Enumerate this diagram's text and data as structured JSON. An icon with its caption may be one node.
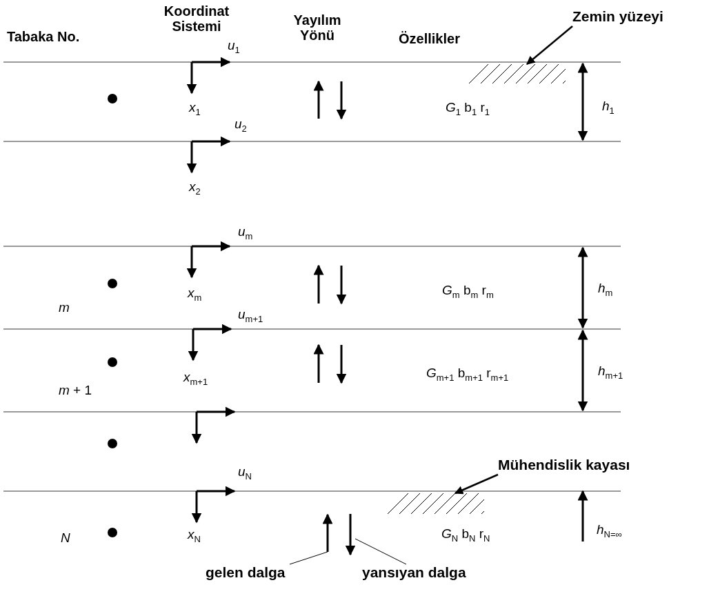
{
  "diagram": {
    "nodes": [
      {
        "text": [
          "Zemin yüzeyi"
        ]
      },
      {
        "text": [],
        "shape": "hatch"
      },
      {
        "text": [
          "Mühendislik kayası"
        ]
      },
      {
        "text": [],
        "shape": "hatch"
      },
      {
        "text": [
          "gelen dalga"
        ]
      },
      {
        "text": [],
        "shape": "arrow"
      },
      {
        "text": [
          "yansıyan dalga"
        ]
      },
      {
        "text": [],
        "shape": "arrow"
      }
    ],
    "edges": [
      {
        "from": 0,
        "to": 1,
        "arrow": "to"
      },
      {
        "from": 2,
        "to": 3,
        "arrow": "to"
      },
      {
        "from": 4,
        "to": 5,
        "arrow": "none"
      },
      {
        "from": 6,
        "to": 7,
        "arrow": "none"
      }
    ],
    "labels": [
      "Koordinat Sistemi",
      "Yayılım Yönü",
      "Tabaka No.",
      "Özellikler",
      "*u*$_{1}$",
      "*x*$_{1}$",
      "*G*$_{1}$ b$_{1}$ r$_{1}$",
      "*h*$_{1}$",
      "*u*$_{2}$",
      "*x*$_{2}$",
      "*u*$_{m}$",
      "*x*$_{m}$",
      "*G*$_{m}$ b$_{m}$ r$_{m}$",
      "*h*$_{m}$",
      "*m*",
      "*u*$_{m+1}$",
      "*x*$_{m+1}$",
      "*G*$_{m+1}$ b$_{m+1}$ r$_{m+1}$",
      "*h*$_{m+1}$",
      "*m* + 1",
      "*u*$_{N}$",
      "*N*",
      "*x*$_{N}$",
      "*G*$_{N}$ b$_{N}$ r$_{N}$",
      "*h*$_{N=∞}$"
    ]
  }
}
